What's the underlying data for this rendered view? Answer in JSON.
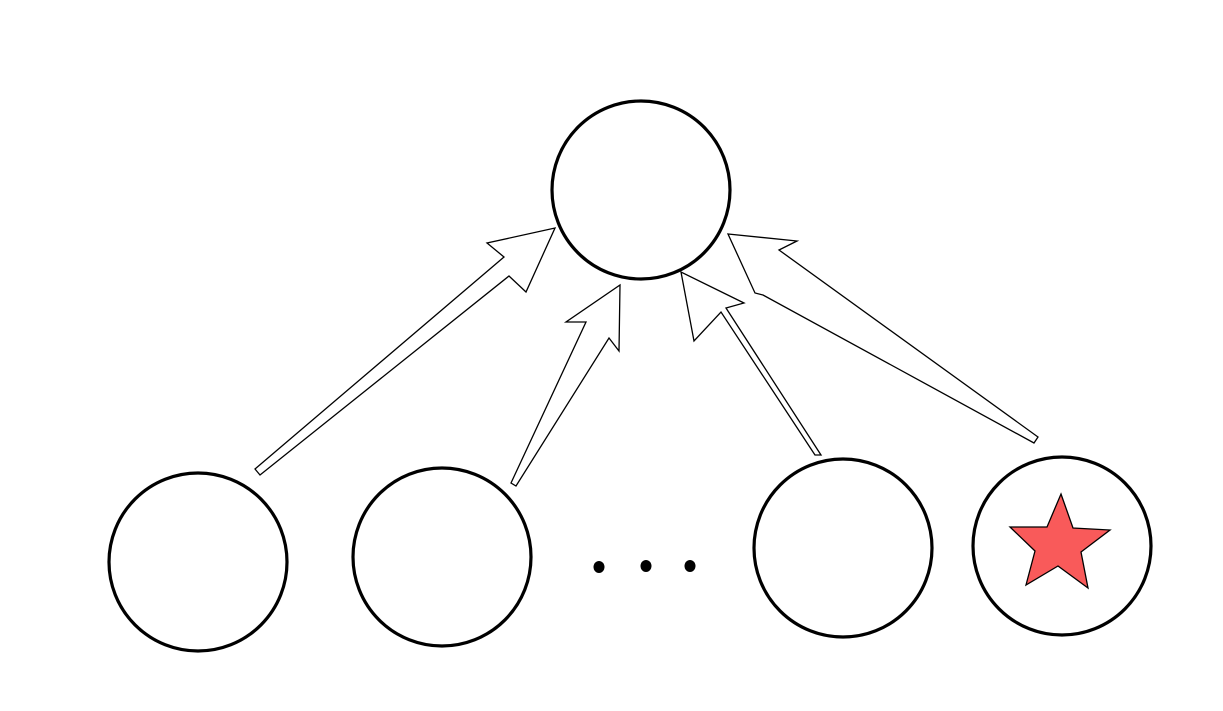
{
  "diagram": {
    "type": "many-to-one aggregation",
    "parent_node": {
      "id": "root",
      "icon": "none"
    },
    "child_nodes": [
      {
        "id": "child-1",
        "icon": "none"
      },
      {
        "id": "child-2",
        "icon": "none"
      },
      {
        "id": "child-3",
        "icon": "none"
      },
      {
        "id": "child-4",
        "icon": "star-icon"
      }
    ],
    "ellipsis_between": [
      "child-2",
      "child-3"
    ],
    "edges": [
      {
        "from": "child-1",
        "to": "root"
      },
      {
        "from": "child-2",
        "to": "root"
      },
      {
        "from": "child-3",
        "to": "root"
      },
      {
        "from": "child-4",
        "to": "root"
      }
    ],
    "colors": {
      "stroke": "#000000",
      "node_fill": "#ffffff",
      "star_fill": "#f95a5a"
    }
  }
}
